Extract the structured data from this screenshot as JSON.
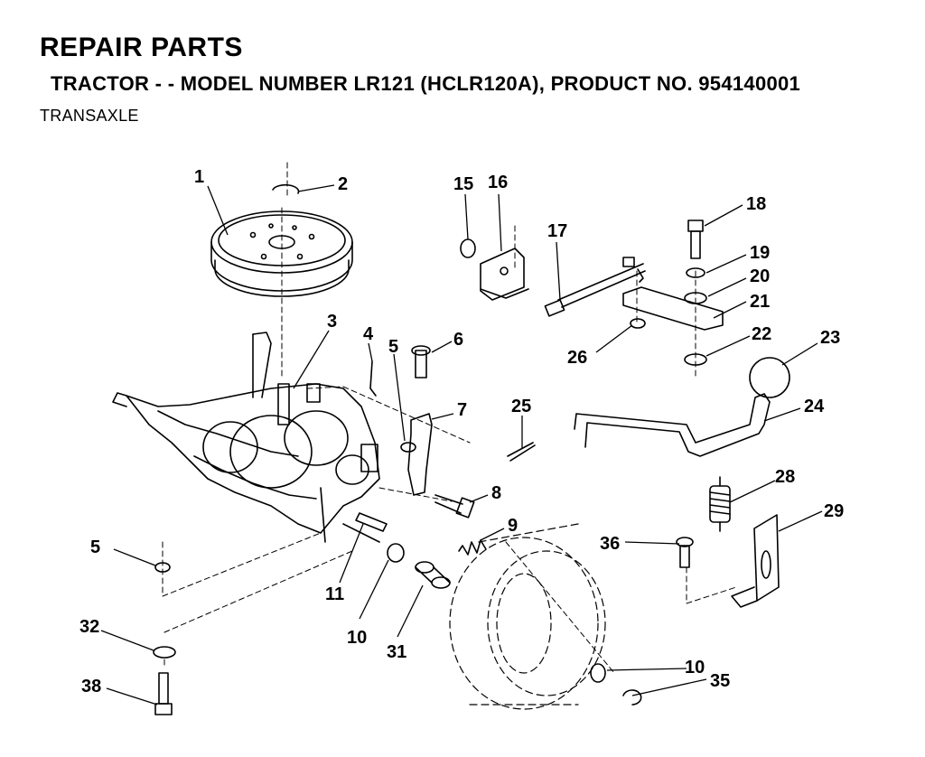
{
  "header": {
    "title": "REPAIR PARTS",
    "subtitle": "TRACTOR - - MODEL NUMBER LR121 (HCLR120A), PRODUCT NO. 954140001",
    "section": "TRANSAXLE"
  },
  "callouts": [
    {
      "id": "c1",
      "label": "1"
    },
    {
      "id": "c2",
      "label": "2"
    },
    {
      "id": "c3",
      "label": "3"
    },
    {
      "id": "c4",
      "label": "4"
    },
    {
      "id": "c5a",
      "label": "5"
    },
    {
      "id": "c5b",
      "label": "5"
    },
    {
      "id": "c6",
      "label": "6"
    },
    {
      "id": "c7",
      "label": "7"
    },
    {
      "id": "c8",
      "label": "8"
    },
    {
      "id": "c9",
      "label": "9"
    },
    {
      "id": "c10a",
      "label": "10"
    },
    {
      "id": "c10b",
      "label": "10"
    },
    {
      "id": "c11",
      "label": "11"
    },
    {
      "id": "c15",
      "label": "15"
    },
    {
      "id": "c16",
      "label": "16"
    },
    {
      "id": "c17",
      "label": "17"
    },
    {
      "id": "c18",
      "label": "18"
    },
    {
      "id": "c19",
      "label": "19"
    },
    {
      "id": "c20",
      "label": "20"
    },
    {
      "id": "c21",
      "label": "21"
    },
    {
      "id": "c22",
      "label": "22"
    },
    {
      "id": "c23",
      "label": "23"
    },
    {
      "id": "c24",
      "label": "24"
    },
    {
      "id": "c25",
      "label": "25"
    },
    {
      "id": "c26",
      "label": "26"
    },
    {
      "id": "c28",
      "label": "28"
    },
    {
      "id": "c29",
      "label": "29"
    },
    {
      "id": "c31",
      "label": "31"
    },
    {
      "id": "c32",
      "label": "32"
    },
    {
      "id": "c35",
      "label": "35"
    },
    {
      "id": "c36",
      "label": "36"
    },
    {
      "id": "c38",
      "label": "38"
    }
  ]
}
